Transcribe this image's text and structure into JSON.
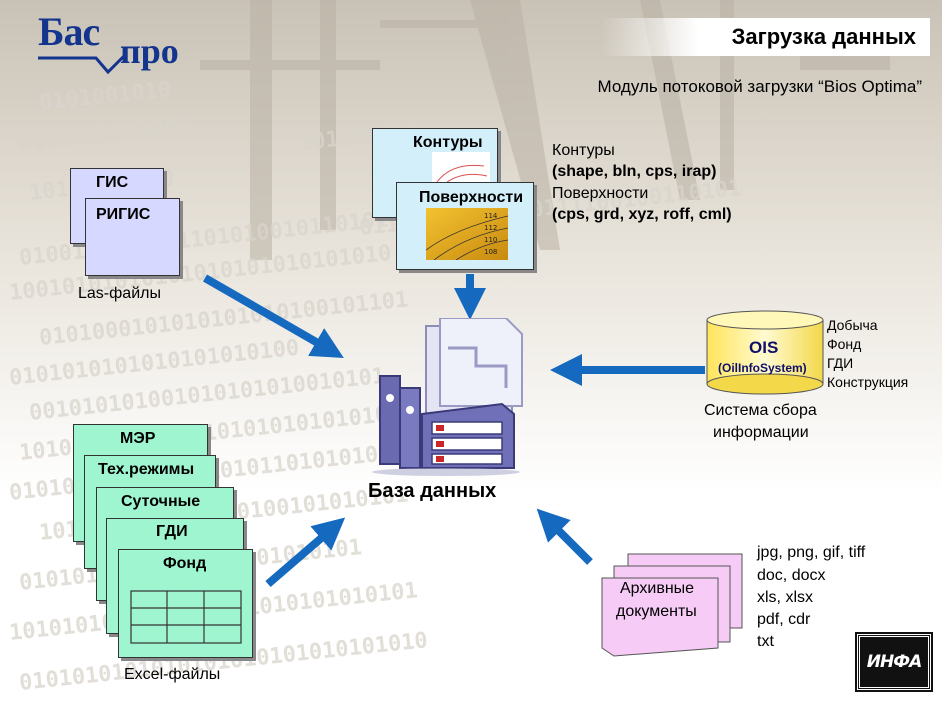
{
  "header": {
    "logo_left": "Бас",
    "logo_right": "про",
    "title": "Загрузка данных",
    "subtitle": "Модуль потоковой загрузки “Bios Optima”"
  },
  "center": {
    "label": "База данных"
  },
  "gis_group": {
    "doc1": "ГИС",
    "doc2": "РИГИС",
    "caption": "Las-файлы"
  },
  "contours_group": {
    "doc1": "Контуры",
    "doc2": "Поверхности",
    "desc_line1": "Контуры",
    "desc_line2": "(shape, bln, cps, irap)",
    "desc_line3": "Поверхности",
    "desc_line4": "(cps, grd, xyz, roff, cml)",
    "contour_labels": [
      "114",
      "112",
      "110",
      "108"
    ]
  },
  "ois_group": {
    "title": "OIS",
    "subtitle": "(OilInfoSystem)",
    "items": [
      "Добыча",
      "Фонд",
      "ГДИ",
      "Конструкция"
    ],
    "caption_line1": "Система сбора",
    "caption_line2": "информации"
  },
  "excel_group": {
    "docs": [
      "МЭР",
      "Тех.режимы",
      "Суточные",
      "ГДИ",
      "Фонд"
    ],
    "caption": "Excel-файлы"
  },
  "archive_group": {
    "label_line1": "Архивные",
    "label_line2": "документы",
    "formats": [
      "jpg, png, gif, tiff",
      "doc, docx",
      "xls, xlsx",
      "pdf, cdr",
      "txt"
    ]
  },
  "footer": {
    "logo": "ИНФА"
  },
  "colors": {
    "arrow": "#1569bf",
    "doc_lavender": "#d6d8ff",
    "doc_cyan": "#d3f0fa",
    "doc_mint": "#9ff5cf",
    "doc_pink": "#f6ccf6",
    "cylinder": "#fff6a6",
    "logo_blue": "#14358e"
  }
}
